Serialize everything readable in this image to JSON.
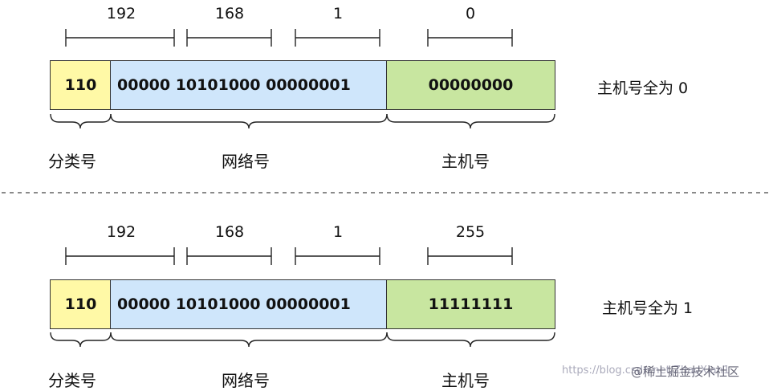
{
  "rows": [
    {
      "octets": [
        "192",
        "168",
        "1",
        "0"
      ],
      "class_bits": "110",
      "net_bits": "00000 10101000 00000001",
      "host_bits": "00000000",
      "note": "主机号全为 0",
      "labels": {
        "class": "分类号",
        "net": "网络号",
        "host": "主机号"
      }
    },
    {
      "octets": [
        "192",
        "168",
        "1",
        "255"
      ],
      "class_bits": "110",
      "net_bits": "00000 10101000 00000001",
      "host_bits": "11111111",
      "note": "主机号全为 1",
      "labels": {
        "class": "分类号",
        "net": "网络号",
        "host": "主机号"
      }
    }
  ],
  "watermark": {
    "faint": "https://blog.csdn.net/ZhaoXian1",
    "brand": "@稀土掘金技术社区"
  },
  "colors": {
    "class": "#fff9a6",
    "net": "#cfe6fb",
    "host": "#c8e6a0",
    "divider": "#444444"
  }
}
